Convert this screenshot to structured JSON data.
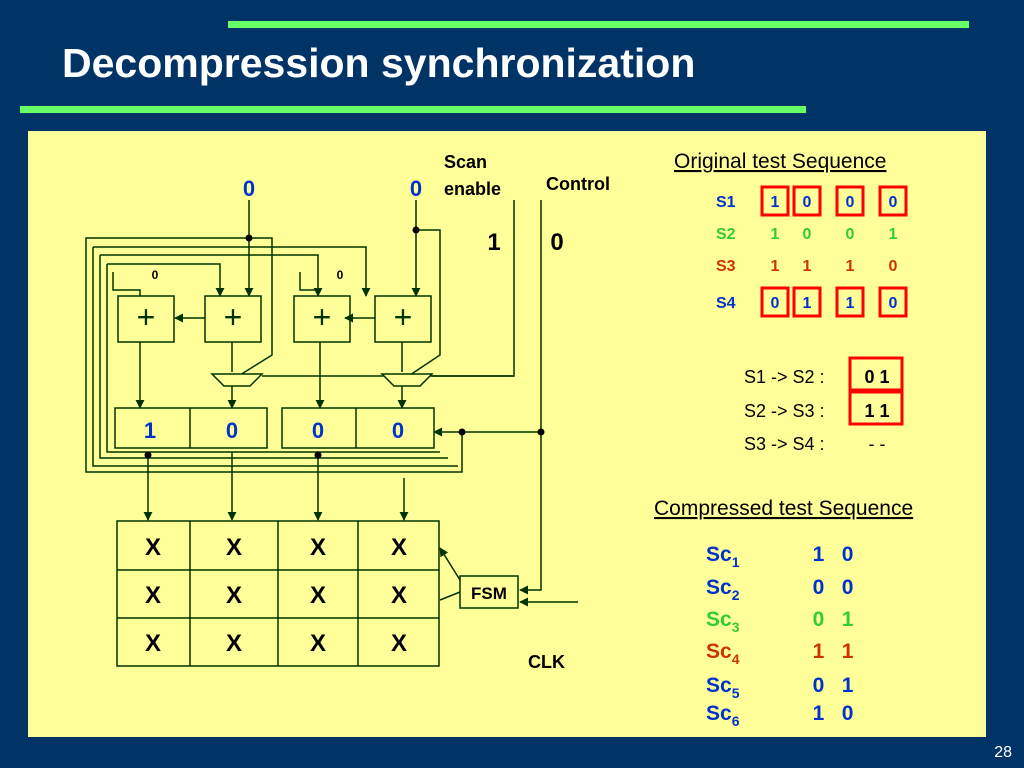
{
  "slide": {
    "title": "Decompression synchronization",
    "page_number": "28"
  },
  "colors": {
    "background": "#003366",
    "panel": "#ffff99",
    "accent_bar": "#66ff66",
    "blue": "#0033cc",
    "green": "#33cc33",
    "red": "#cc3300",
    "highlight_box": "#ff0000"
  },
  "circuit": {
    "scan_enable_label": [
      "Scan",
      "enable"
    ],
    "control_label": "Control",
    "clk_label": "CLK",
    "fsm_label": "FSM",
    "scan_enable_value": "1",
    "control_value": "0",
    "input_bits": [
      "0",
      "0"
    ],
    "feedback_bits": [
      "0",
      "0"
    ],
    "xor_symbol": "+",
    "register_bits": [
      "1",
      "0",
      "0",
      "0"
    ],
    "shift_grid": [
      [
        "X",
        "X",
        "X",
        "X"
      ],
      [
        "X",
        "X",
        "X",
        "X"
      ],
      [
        "X",
        "X",
        "X",
        "X"
      ]
    ]
  },
  "original": {
    "title": "Original test Sequence",
    "rows": [
      {
        "name": "S1",
        "bits": [
          "1",
          "0",
          "0",
          "0"
        ],
        "color": "#0033cc",
        "boxed": true
      },
      {
        "name": "S2",
        "bits": [
          "1",
          "0",
          "0",
          "1"
        ],
        "color": "#33cc33",
        "boxed": false
      },
      {
        "name": "S3",
        "bits": [
          "1",
          "1",
          "1",
          "0"
        ],
        "color": "#cc3300",
        "boxed": false
      },
      {
        "name": "S4",
        "bits": [
          "0",
          "1",
          "1",
          "0"
        ],
        "color": "#0033cc",
        "boxed": true
      }
    ],
    "transitions": [
      {
        "label": "S1 -> S2 :",
        "value": "0 1",
        "boxed": true
      },
      {
        "label": "S2 -> S3 :",
        "value": "1 1",
        "boxed": true
      },
      {
        "label": "S3 -> S4 :",
        "value": "-  -",
        "boxed": false
      }
    ]
  },
  "compressed": {
    "title": "Compressed test Sequence",
    "rows": [
      {
        "base": "Sc",
        "sub": "1",
        "bits": "1   0",
        "color": "#0033cc"
      },
      {
        "base": "Sc",
        "sub": "2",
        "bits": "0   0",
        "color": "#0033cc"
      },
      {
        "base": "Sc",
        "sub": "3",
        "bits": "0   1",
        "color": "#33cc33"
      },
      {
        "base": "Sc",
        "sub": "4",
        "bits": "1   1",
        "color": "#cc3300"
      },
      {
        "base": "Sc",
        "sub": "5",
        "bits": "0   1",
        "color": "#0033cc"
      },
      {
        "base": "Sc",
        "sub": "6",
        "bits": "1   0",
        "color": "#0033cc"
      }
    ]
  }
}
